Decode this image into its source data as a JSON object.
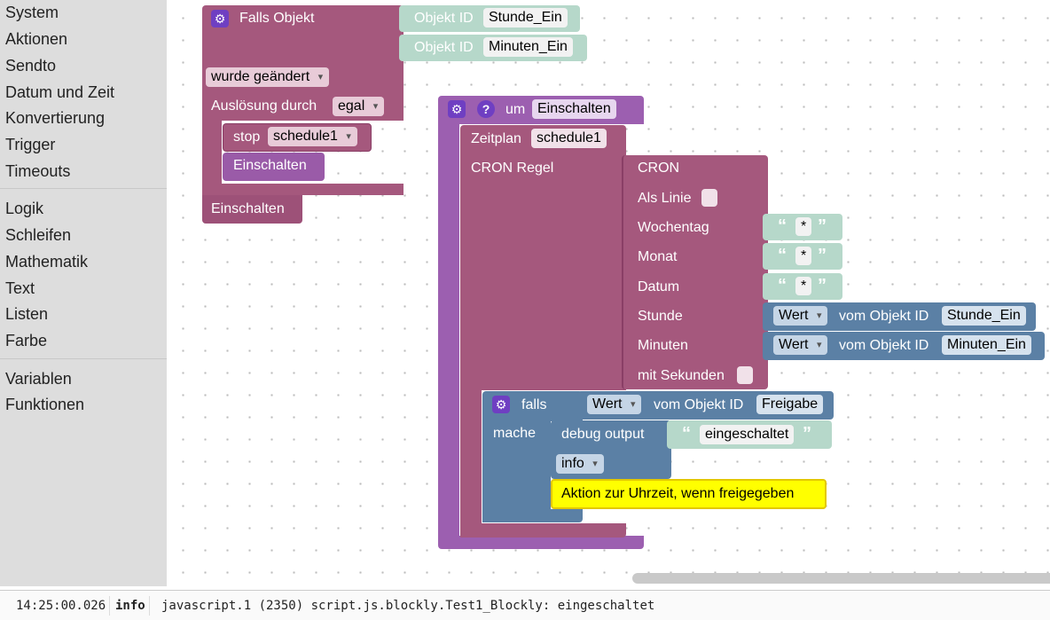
{
  "sidebar": {
    "categories": [
      "System",
      "Aktionen",
      "Sendto",
      "Datum und Zeit",
      "Konvertierung",
      "Trigger",
      "Timeouts",
      "Logik",
      "Schleifen",
      "Mathematik",
      "Text",
      "Listen",
      "Farbe",
      "Variablen",
      "Funktionen"
    ]
  },
  "trigger_block": {
    "title": "Falls Objekt",
    "object_label": "Objekt ID",
    "object_ids": [
      "Stunde_Ein",
      "Minuten_Ein"
    ],
    "changed": "wurde geändert",
    "trigger_by_label": "Auslösung durch",
    "trigger_by_value": "egal",
    "stop_label": "stop",
    "stop_value": "schedule1",
    "call": "Einschalten",
    "footer": "Einschalten"
  },
  "function_block": {
    "prefix": "um",
    "name": "Einschalten",
    "schedule_label": "Zeitplan",
    "schedule_name": "schedule1",
    "cron_rule_label": "CRON Regel",
    "cron_title": "CRON",
    "cron_rows": {
      "as_line": "Als Linie",
      "weekday": "Wochentag",
      "month": "Monat",
      "date": "Datum",
      "hour": "Stunde",
      "minutes": "Minuten",
      "with_seconds": "mit Sekunden"
    },
    "star": "*",
    "value_label": "Wert",
    "from_object_label": "vom Objekt ID",
    "hour_object": "Stunde_Ein",
    "minutes_object": "Minuten_Ein"
  },
  "if_block": {
    "if_label": "falls",
    "value_label": "Wert",
    "from_object_label": "vom Objekt ID",
    "object": "Freigabe",
    "do_label": "mache",
    "debug_label": "debug output",
    "debug_text": "eingeschaltet",
    "level": "info",
    "comment": "Aktion zur Uhrzeit, wenn freigegeben"
  },
  "log": {
    "time": "14:25:00.026",
    "level": "info",
    "message": "javascript.1 (2350) script.js.blockly.Test1_Blockly: eingeschaltet"
  },
  "glyphs": {
    "gear": "⚙",
    "help": "?",
    "open_quote": "“",
    "close_quote": "”"
  }
}
